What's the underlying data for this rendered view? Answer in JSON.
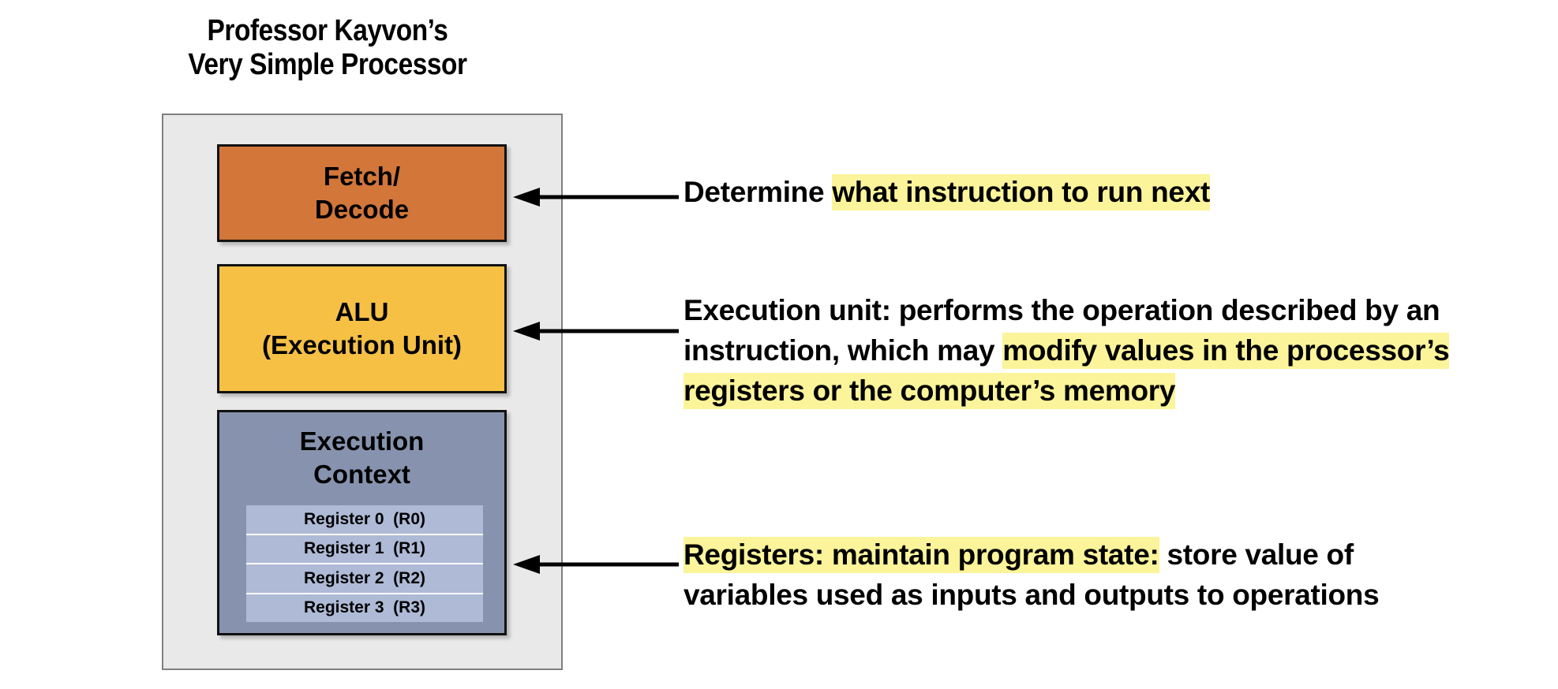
{
  "title": {
    "line1": "Professor Kayvon’s",
    "line2": "Very Simple Processor"
  },
  "processor": {
    "units": [
      {
        "name": "fetch-decode",
        "line1": "Fetch/",
        "line2": "Decode",
        "color": "#d2763a"
      },
      {
        "name": "alu",
        "line1": "ALU",
        "line2": "(Execution Unit)",
        "color": "#f5c044"
      },
      {
        "name": "execution-context",
        "line1": "Execution",
        "line2": "Context",
        "color": "#8793ae"
      }
    ],
    "registers": [
      "Register 0  (R0)",
      "Register 1  (R1)",
      "Register 2  (R2)",
      "Register 3  (R3)"
    ],
    "register_row_color": "#aebad6",
    "chassis_color": "#e9e9e9"
  },
  "annotations": {
    "highlight_color": "#fbf49a",
    "fetch": {
      "lines": [
        [
          {
            "text": "Determine ",
            "highlight": false
          },
          {
            "text": "what instruction to run next",
            "highlight": true
          }
        ]
      ]
    },
    "alu": {
      "lines": [
        [
          {
            "text": "Execution unit: performs the operation described by an",
            "highlight": false
          }
        ],
        [
          {
            "text": "instruction, which may ",
            "highlight": false
          },
          {
            "text": "modify values in the processor’s",
            "highlight": true
          }
        ],
        [
          {
            "text": "registers or the computer’s memory",
            "highlight": true
          }
        ]
      ]
    },
    "registers": {
      "lines": [
        [
          {
            "text": "Registers: maintain program state:",
            "highlight": true
          },
          {
            "text": " store value of",
            "highlight": false
          }
        ],
        [
          {
            "text": "variables used as inputs and outputs to operations",
            "highlight": false
          }
        ]
      ]
    }
  },
  "arrows": [
    {
      "name": "arrow-to-fetch-decode"
    },
    {
      "name": "arrow-to-alu"
    },
    {
      "name": "arrow-to-registers"
    }
  ]
}
